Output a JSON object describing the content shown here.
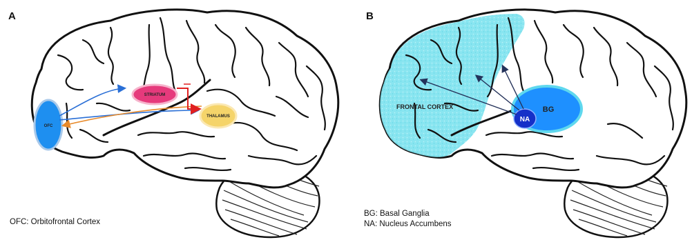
{
  "panels": [
    {
      "letter": "A",
      "structures": {
        "ofc": "OFC",
        "striatum": "STRIATUM",
        "thalamus": "THALAMUS"
      },
      "legend": [
        "OFC: Orbitofrontal Cortex"
      ]
    },
    {
      "letter": "B",
      "structures": {
        "frontal_cortex": "FRONTAL CORTEX",
        "bg": "BG",
        "na": "NA"
      },
      "legend": [
        "BG: Basal Ganglia",
        "NA: Nucleus Accumbens"
      ]
    }
  ],
  "colors": {
    "ofc_fill": "#1e8ff0",
    "striatum_fill": "#e63a7c",
    "thalamus_fill": "#f5d46a",
    "frontal_highlight": "#7fe3ef",
    "bg_fill": "#1e90ff",
    "bg_ring": "#5fd8ee",
    "na_fill": "#1530c8",
    "arrow_blue": "#2a6fd6",
    "arrow_orange": "#e88a2a",
    "arrow_red": "#e02020",
    "arrow_navy": "#24325a"
  }
}
